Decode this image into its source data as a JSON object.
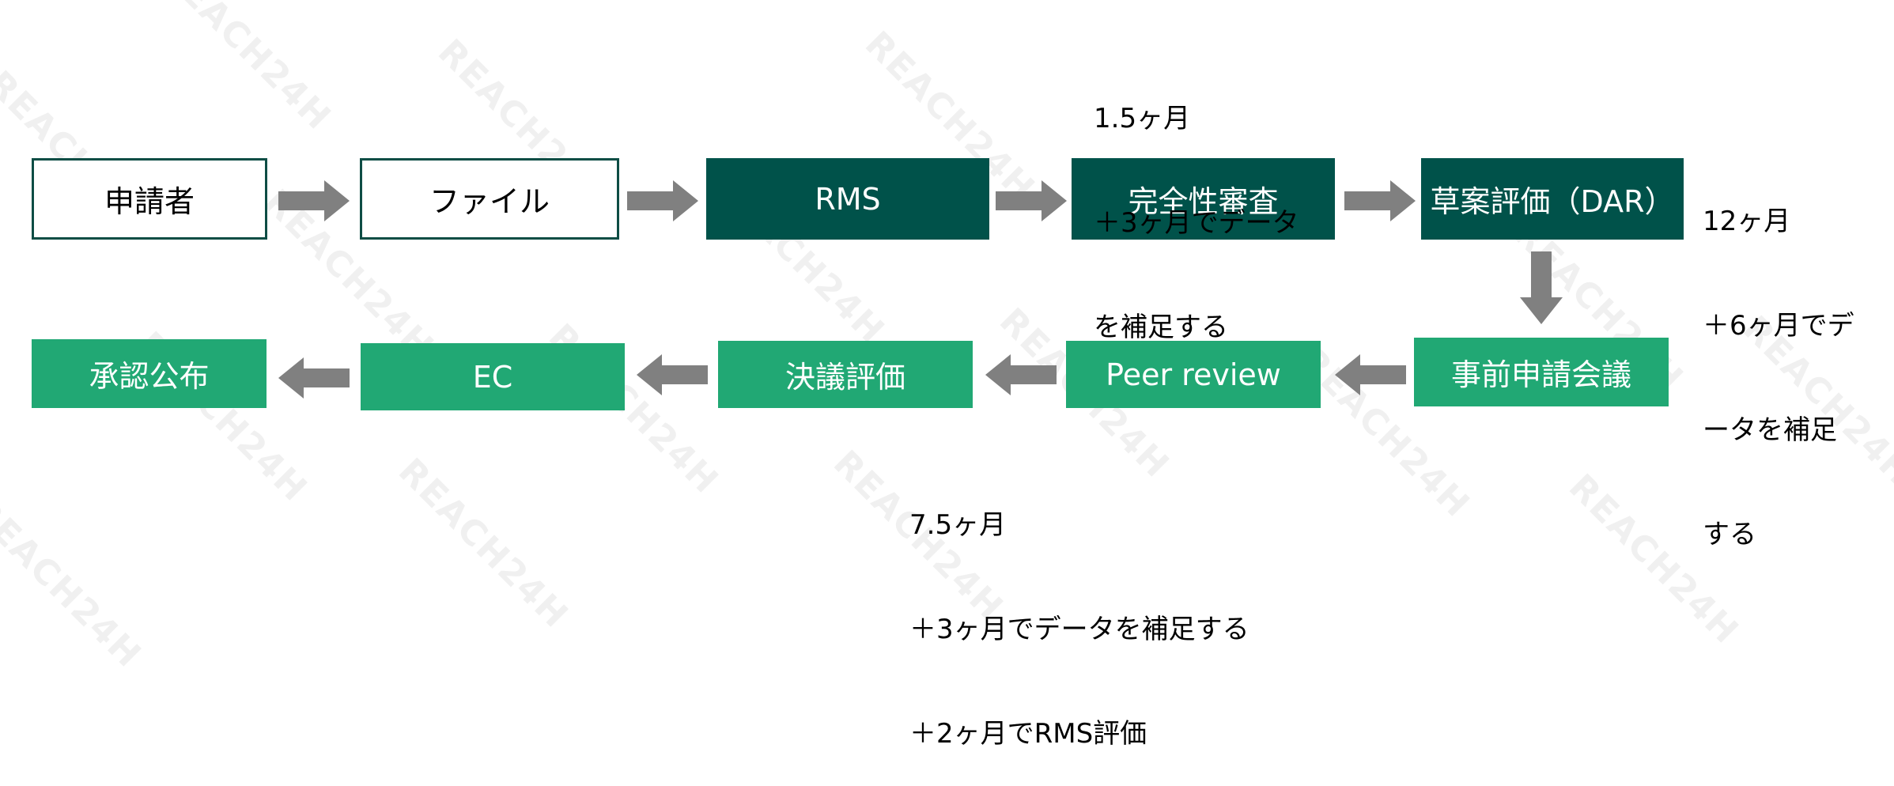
{
  "watermark": "REACH24H",
  "colors": {
    "dark_box": "#00524a",
    "green_box": "#21a874",
    "border": "#0e4d45",
    "arrow": "#808080"
  },
  "steps": {
    "applicant": "申請者",
    "file": "ファイル",
    "rms": "RMS",
    "completeness": "完全性審査",
    "dar": "草案評価（DAR）",
    "pre_meeting": "事前申請会議",
    "peer_review": "Peer review",
    "resolution": "決議評価",
    "ec": "EC",
    "approval": "承認公布"
  },
  "notes": {
    "completeness": [
      "1.5ヶ月",
      "＋3ヶ月でデータ",
      "を補足する"
    ],
    "dar": [
      "12ヶ月",
      "＋6ヶ月でデ",
      "ータを補足",
      "する"
    ],
    "peer_review": [
      "7.5ヶ月",
      "＋3ヶ月でデータを補足する",
      "＋2ヶ月でRMS評価"
    ]
  }
}
